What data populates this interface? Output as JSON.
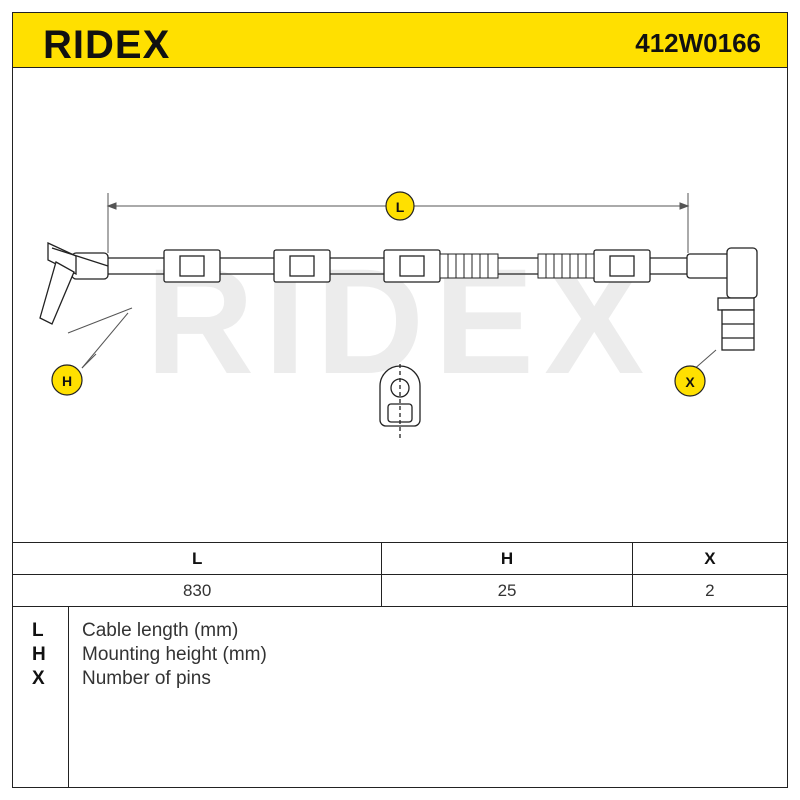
{
  "header": {
    "brand": "RIDEX",
    "part_number": "412W0166",
    "accent_color": "#ffe000"
  },
  "diagram": {
    "watermark": "RIDEX",
    "callouts": {
      "length": "L",
      "height": "H",
      "pins": "X"
    }
  },
  "spec_table": {
    "columns": [
      "L",
      "H",
      "X"
    ],
    "values": [
      "830",
      "25",
      "2"
    ]
  },
  "legend": [
    {
      "code": "L",
      "text": "Cable length (mm)"
    },
    {
      "code": "H",
      "text": "Mounting height (mm)"
    },
    {
      "code": "X",
      "text": "Number of pins"
    }
  ]
}
